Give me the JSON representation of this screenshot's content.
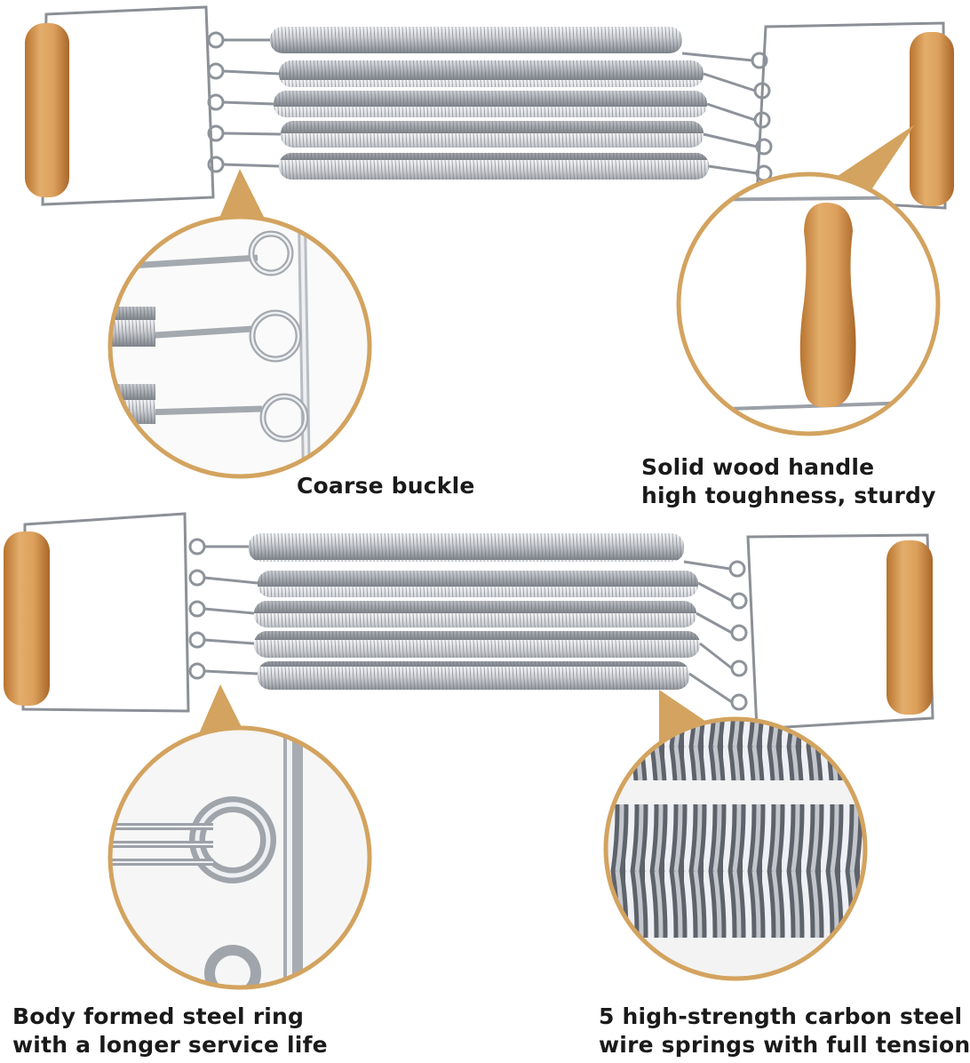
{
  "colors": {
    "accent_gold": "#d3a35f",
    "wood_light": "#e0a866",
    "wood_dark": "#c07f3d",
    "steel_light": "#e4e6ea",
    "steel_dark": "#9ca1a8",
    "text": "#1a1a1a"
  },
  "product": {
    "handle_icon": "wood-handle-icon",
    "spring_icon": "steel-spring-icon",
    "spring_count": 5
  },
  "callouts": [
    {
      "id": "coarse-buckle",
      "lines": [
        "Coarse buckle"
      ]
    },
    {
      "id": "wood-handle",
      "lines": [
        "Solid wood handle",
        "high toughness, sturdy"
      ]
    },
    {
      "id": "steel-ring",
      "lines": [
        "Body formed steel ring",
        "with a longer service life"
      ]
    },
    {
      "id": "springs",
      "lines": [
        "5 high-strength carbon steel",
        "wire springs with full tension"
      ]
    }
  ]
}
